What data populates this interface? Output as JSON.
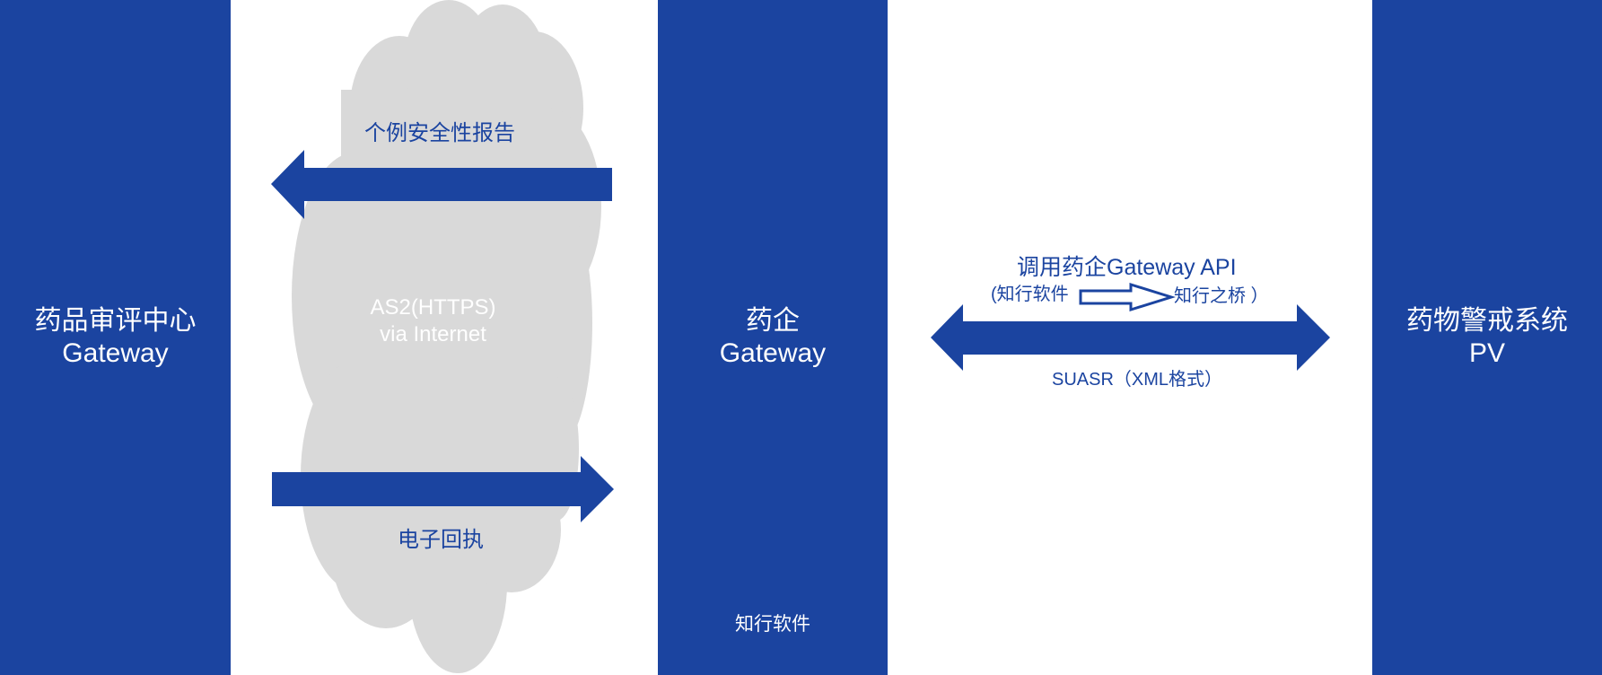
{
  "colors": {
    "accent": "#1B44A0",
    "cloud": "#D9D9D9",
    "background": "#FFFFFF"
  },
  "left_column": {
    "line1": "药品审评中心",
    "line2": "Gateway"
  },
  "middle_column": {
    "line1": "药企",
    "line2": "Gateway",
    "footer": "知行软件"
  },
  "right_column": {
    "line1": "药物警戒系统",
    "line2": "PV"
  },
  "cloud": {
    "line1": "AS2(HTTPS)",
    "line2": "via Internet"
  },
  "arrows": {
    "report_label": "个例安全性报告",
    "receipt_label": "电子回执",
    "api_label": "调用药企Gateway API",
    "bridge_left": "(知行软件",
    "bridge_right": "知行之桥 ）",
    "format_label": "SUASR（XML格式）"
  }
}
